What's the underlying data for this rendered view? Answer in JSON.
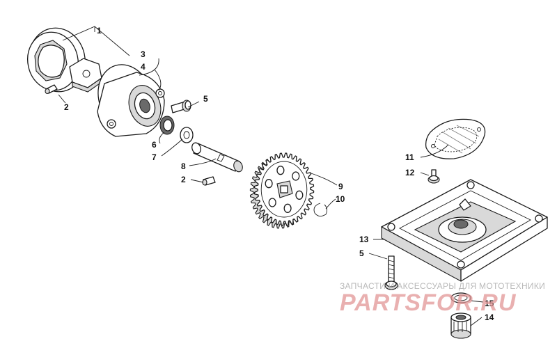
{
  "callouts": {
    "c1": "1",
    "c2a": "2",
    "c2b": "2",
    "c3": "3",
    "c4": "4",
    "c5a": "5",
    "c5b": "5",
    "c6": "6",
    "c7": "7",
    "c8": "8",
    "c9": "9",
    "c10": "10",
    "c11": "11",
    "c12": "12",
    "c13": "13",
    "c14": "14",
    "c15": "15"
  },
  "watermark": {
    "caption": "ЗАПЧАСТИ И АКСЕССУАРЫ ДЛЯ МОТОТЕХНИКИ",
    "brand": "PARTSFOR.RU",
    "color": "#e09a9a"
  }
}
